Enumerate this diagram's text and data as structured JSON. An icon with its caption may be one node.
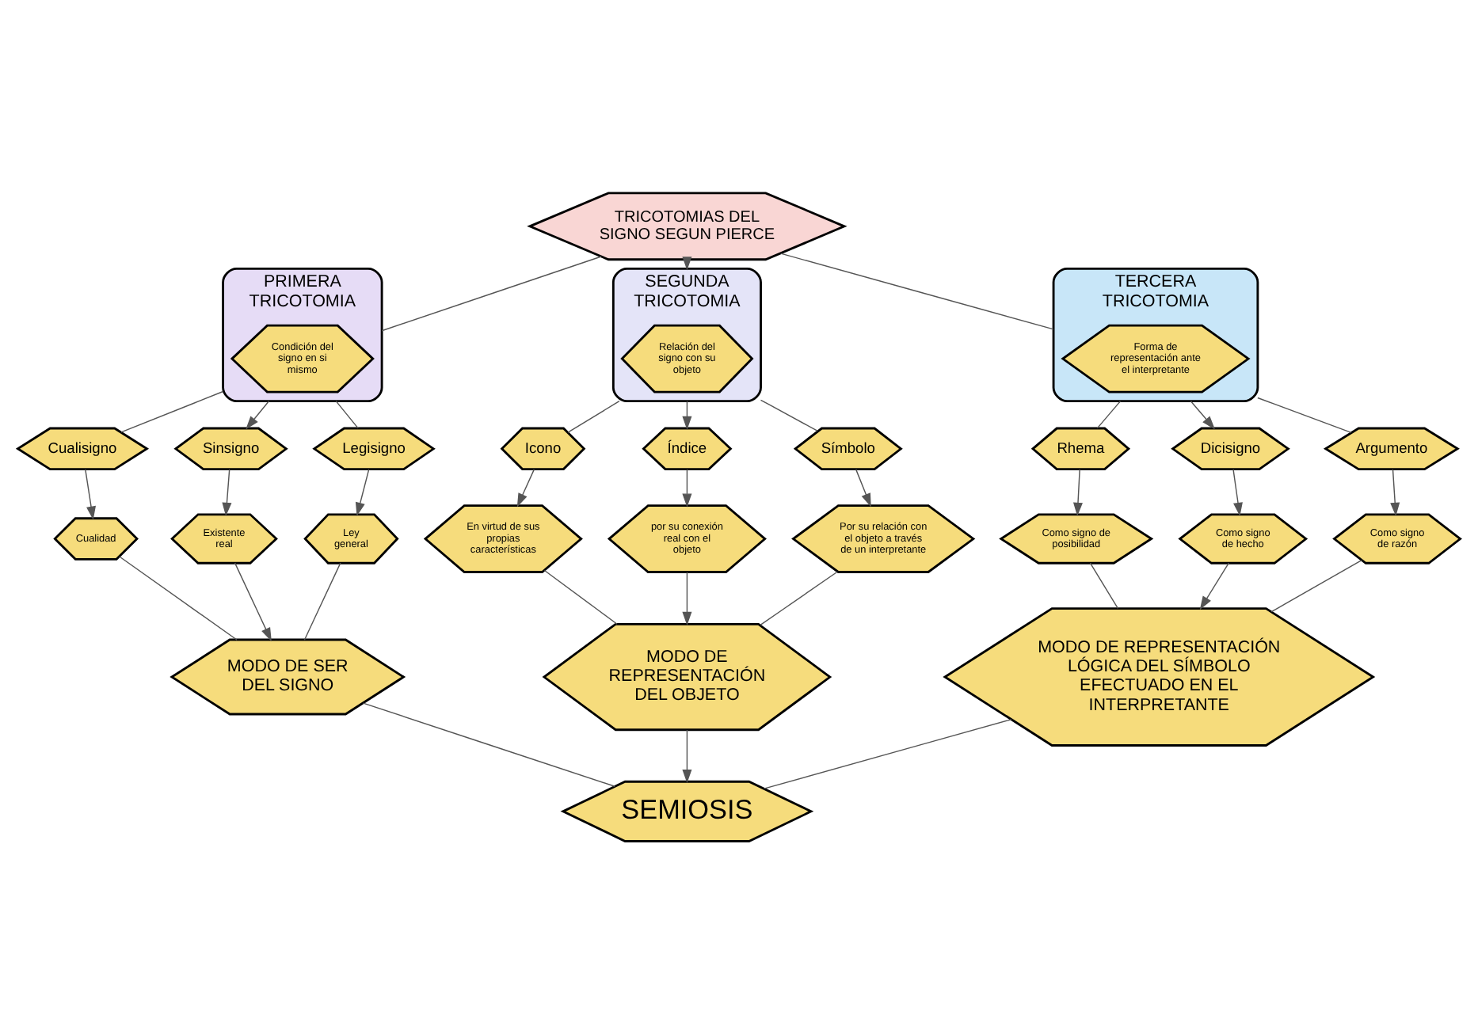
{
  "diagram": {
    "nodes": [
      {
        "text": [
          "TRICOTOMIAS DEL SIGNO SEGUN PIERCE"
        ]
      },
      {
        "text": [
          "PRIMERA TRICOTOMIA"
        ]
      },
      {
        "text": [
          "Condición del signo en si mismo"
        ],
        "in": 1
      },
      {
        "text": [
          "SEGUNDA TRICOTOMIA"
        ]
      },
      {
        "text": [
          "Relación del signo con su objeto"
        ],
        "in": 3
      },
      {
        "text": [
          "TERCERA TRICOTOMIA"
        ]
      },
      {
        "text": [
          "Forma de representación ante el interpretante"
        ],
        "in": 5
      },
      {
        "text": [
          "Cualisigno"
        ]
      },
      {
        "text": [
          "Sinsigno"
        ]
      },
      {
        "text": [
          "Legisigno"
        ]
      },
      {
        "text": [
          "Icono"
        ]
      },
      {
        "text": [
          "Índice"
        ]
      },
      {
        "text": [
          "Símbolo"
        ]
      },
      {
        "text": [
          "Rhema"
        ]
      },
      {
        "text": [
          "Dicisigno"
        ]
      },
      {
        "text": [
          "Argumento"
        ]
      },
      {
        "text": [
          "Cualidad"
        ]
      },
      {
        "text": [
          "Existente real"
        ]
      },
      {
        "text": [
          "Ley general"
        ]
      },
      {
        "text": [
          "En virtud de sus propias características"
        ]
      },
      {
        "text": [
          "por su conexión real con el objeto"
        ]
      },
      {
        "text": [
          "Por su relación con el objeto a través de un interpretante"
        ]
      },
      {
        "text": [
          "Como signo de posibilidad"
        ]
      },
      {
        "text": [
          "Como signo de hecho"
        ]
      },
      {
        "text": [
          "Como signo de razón"
        ]
      },
      {
        "text": [
          "MODO DE SER DEL SIGNO"
        ]
      },
      {
        "text": [
          "MODO DE REPRESENTACIÓN DEL OBJETO"
        ]
      },
      {
        "text": [
          "MODO DE REPRESENTACIÓN LÓGICA DEL SÍMBOLO EFECTUADO EN EL INTERPRETANTE"
        ]
      },
      {
        "text": [
          "SEMIOSIS"
        ]
      }
    ],
    "edges": [
      {
        "from": 0,
        "to": 1,
        "arrow": "none"
      },
      {
        "from": 0,
        "to": 3,
        "arrow": "to"
      },
      {
        "from": 0,
        "to": 5,
        "arrow": "none"
      },
      {
        "from": 1,
        "to": 7,
        "arrow": "none"
      },
      {
        "from": 1,
        "to": 8,
        "arrow": "to"
      },
      {
        "from": 1,
        "to": 9,
        "arrow": "none"
      },
      {
        "from": 3,
        "to": 10,
        "arrow": "none"
      },
      {
        "from": 3,
        "to": 11,
        "arrow": "to"
      },
      {
        "from": 3,
        "to": 12,
        "arrow": "none"
      },
      {
        "from": 5,
        "to": 13,
        "arrow": "none"
      },
      {
        "from": 5,
        "to": 14,
        "arrow": "to"
      },
      {
        "from": 5,
        "to": 15,
        "arrow": "none"
      },
      {
        "from": 7,
        "to": 16,
        "arrow": "to"
      },
      {
        "from": 8,
        "to": 17,
        "arrow": "to"
      },
      {
        "from": 9,
        "to": 18,
        "arrow": "to"
      },
      {
        "from": 10,
        "to": 19,
        "arrow": "to"
      },
      {
        "from": 11,
        "to": 20,
        "arrow": "to"
      },
      {
        "from": 12,
        "to": 21,
        "arrow": "to"
      },
      {
        "from": 13,
        "to": 22,
        "arrow": "to"
      },
      {
        "from": 14,
        "to": 23,
        "arrow": "to"
      },
      {
        "from": 15,
        "to": 24,
        "arrow": "to"
      },
      {
        "from": 16,
        "to": 25,
        "arrow": "none"
      },
      {
        "from": 17,
        "to": 25,
        "arrow": "to"
      },
      {
        "from": 18,
        "to": 25,
        "arrow": "none"
      },
      {
        "from": 19,
        "to": 26,
        "arrow": "none"
      },
      {
        "from": 20,
        "to": 26,
        "arrow": "to"
      },
      {
        "from": 21,
        "to": 26,
        "arrow": "none"
      },
      {
        "from": 22,
        "to": 27,
        "arrow": "none"
      },
      {
        "from": 23,
        "to": 27,
        "arrow": "to"
      },
      {
        "from": 24,
        "to": 27,
        "arrow": "none"
      },
      {
        "from": 25,
        "to": 28,
        "arrow": "none"
      },
      {
        "from": 26,
        "to": 28,
        "arrow": "to"
      },
      {
        "from": 27,
        "to": 28,
        "arrow": "none"
      }
    ]
  }
}
